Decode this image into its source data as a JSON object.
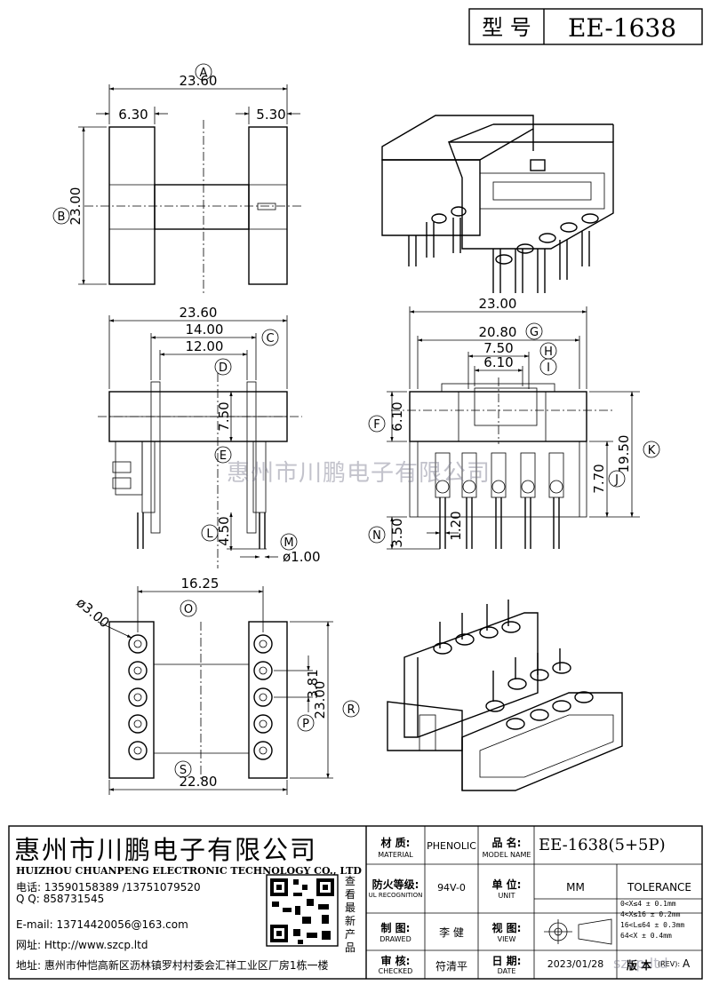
{
  "header": {
    "model_label": "型  号",
    "model_value": "EE-1638"
  },
  "dimensions": {
    "A": "23.60",
    "B": "23.00",
    "left_w": "6.30",
    "right_w": "5.30",
    "w2": "23.60",
    "C": "14.00",
    "D": "12.00",
    "E": "7.50",
    "L": "4.50",
    "M": "ø1.00",
    "total": "23.00",
    "G": "20.80",
    "H": "7.50",
    "I": "6.10",
    "F": "6.10",
    "J": "7.70",
    "K": "19.50",
    "N": "3.50",
    "pin_w": "1.20",
    "O": "16.25",
    "hole": "ø3.00",
    "P": "3.81",
    "R": "23.00",
    "S": "22.80"
  },
  "callouts": [
    "A",
    "B",
    "C",
    "D",
    "E",
    "F",
    "G",
    "H",
    "I",
    "J",
    "K",
    "L",
    "M",
    "N",
    "O",
    "P",
    "R",
    "S"
  ],
  "watermark": "惠州市川鹏电子有限公司",
  "company": {
    "name_cn": "惠州市川鹏电子有限公司",
    "name_en": "HUIZHOU CHUANPENG ELECTRONIC TECHNOLOGY CO., LTD",
    "phone": "电话: 13590158389 /13751079520",
    "qq": "Q Q:  858731545",
    "email": "E-mail: 13714420056@163.com",
    "web": "网址: Http://www.szcp.ltd",
    "address": "地址: 惠州市仲恺高新区沥林镇罗村村委会汇祥工业区厂房1栋一楼",
    "qr_caption": "查看最新产品"
  },
  "table": {
    "material_label": "材  质:",
    "material_label_en": "MATERIAL",
    "material_value": "PHENOLIC",
    "name_label": "品  名:",
    "name_label_en": "MODEL NAME",
    "name_value": "EE-1638(5+5P)",
    "fire_label": "防火等级:",
    "fire_label_en": "UL RECOGNITION",
    "fire_value": "94V-0",
    "unit_label": "单  位:",
    "unit_label_en": "UNIT",
    "unit_value": "MM",
    "tolerance": "TOLERANCE",
    "drawn_label": "制  图:",
    "drawn_label_en": "DRAWED",
    "drawn_value": "李 健",
    "view_label": "视  图:",
    "view_label_en": "VIEW",
    "check_label": "审  核:",
    "check_label_en": "CHECKED",
    "check_value": "符清平",
    "date_label": "日  期:",
    "date_label_en": "DATE",
    "date_value": "2023/01/28",
    "rev_label": "版 本",
    "rev_small": "(REV):",
    "rev_value": "A",
    "tol_rows": [
      "0<X≤4   ± 0.1mm",
      "4<X≤16  ± 0.2mm",
      "16<L≤64 ± 0.3mm",
      "64<X    ± 0.4mm"
    ]
  },
  "site_watermark": "szcp.ltd"
}
